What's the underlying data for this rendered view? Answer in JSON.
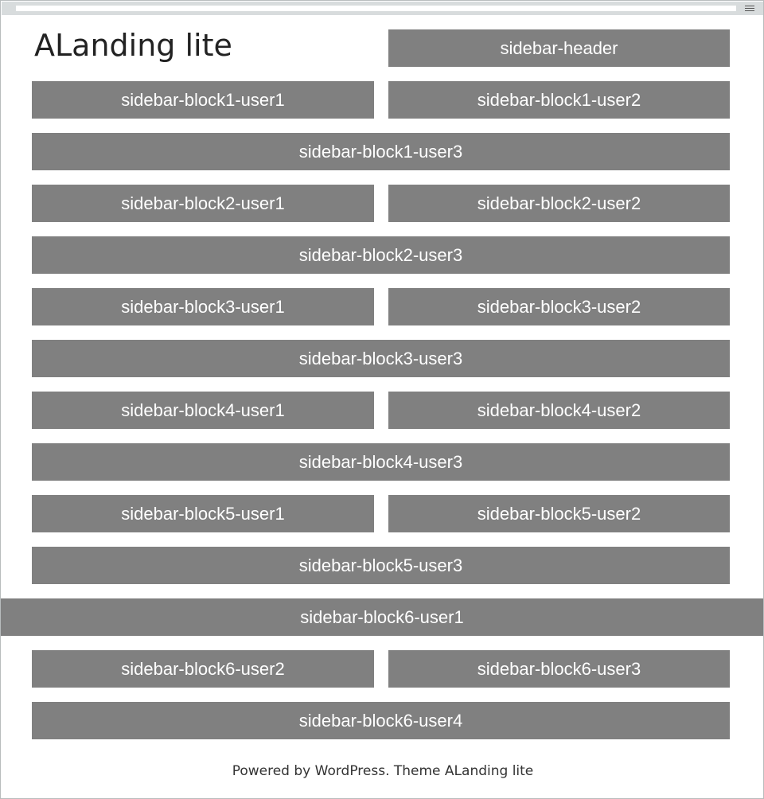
{
  "site": {
    "title": "ALanding lite"
  },
  "header_widget": {
    "label": "sidebar-header"
  },
  "blocks": {
    "b1u1": "sidebar-block1-user1",
    "b1u2": "sidebar-block1-user2",
    "b1u3": "sidebar-block1-user3",
    "b2u1": "sidebar-block2-user1",
    "b2u2": "sidebar-block2-user2",
    "b2u3": "sidebar-block2-user3",
    "b3u1": "sidebar-block3-user1",
    "b3u2": "sidebar-block3-user2",
    "b3u3": "sidebar-block3-user3",
    "b4u1": "sidebar-block4-user1",
    "b4u2": "sidebar-block4-user2",
    "b4u3": "sidebar-block4-user3",
    "b5u1": "sidebar-block5-user1",
    "b5u2": "sidebar-block5-user2",
    "b5u3": "sidebar-block5-user3",
    "b6u1": "sidebar-block6-user1",
    "b6u2": "sidebar-block6-user2",
    "b6u3": "sidebar-block6-user3",
    "b6u4": "sidebar-block6-user4"
  },
  "footer": {
    "text": "Powered by WordPress. Theme ALanding lite"
  },
  "colors": {
    "block_bg": "#808080",
    "block_text": "#ffffff",
    "title_text": "#222222",
    "footer_text": "#333333",
    "chrome_bar": "#d8dcdd"
  },
  "icons": {
    "menu": "hamburger-menu-icon"
  }
}
